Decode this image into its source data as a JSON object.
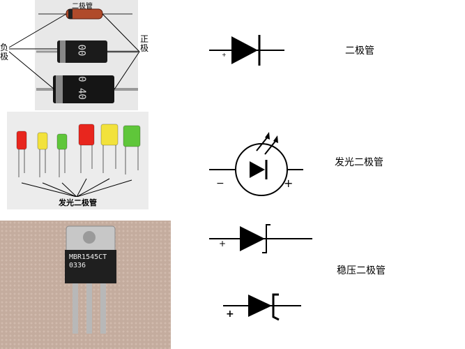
{
  "photos": {
    "diode_top_label": "二极管",
    "negative_label": "负极",
    "positive_label": "正极",
    "diode_body_text_1": "00",
    "diode_body_text_2": "0 40",
    "led_label": "发光二极管",
    "chip_text_1": "MBR1545CT",
    "chip_text_2": "0336"
  },
  "symbols": {
    "diode_name": "二极管",
    "diode_sign": "+",
    "led_name": "发光二极管",
    "led_minus": "−",
    "led_plus": "+",
    "zener_name": "稳压二极管",
    "zener1_sign": "+",
    "zener2_sign": "+"
  },
  "colors": {
    "led_red": "#e8261e",
    "led_yellow": "#f2e23c",
    "led_green": "#5fc63a"
  }
}
